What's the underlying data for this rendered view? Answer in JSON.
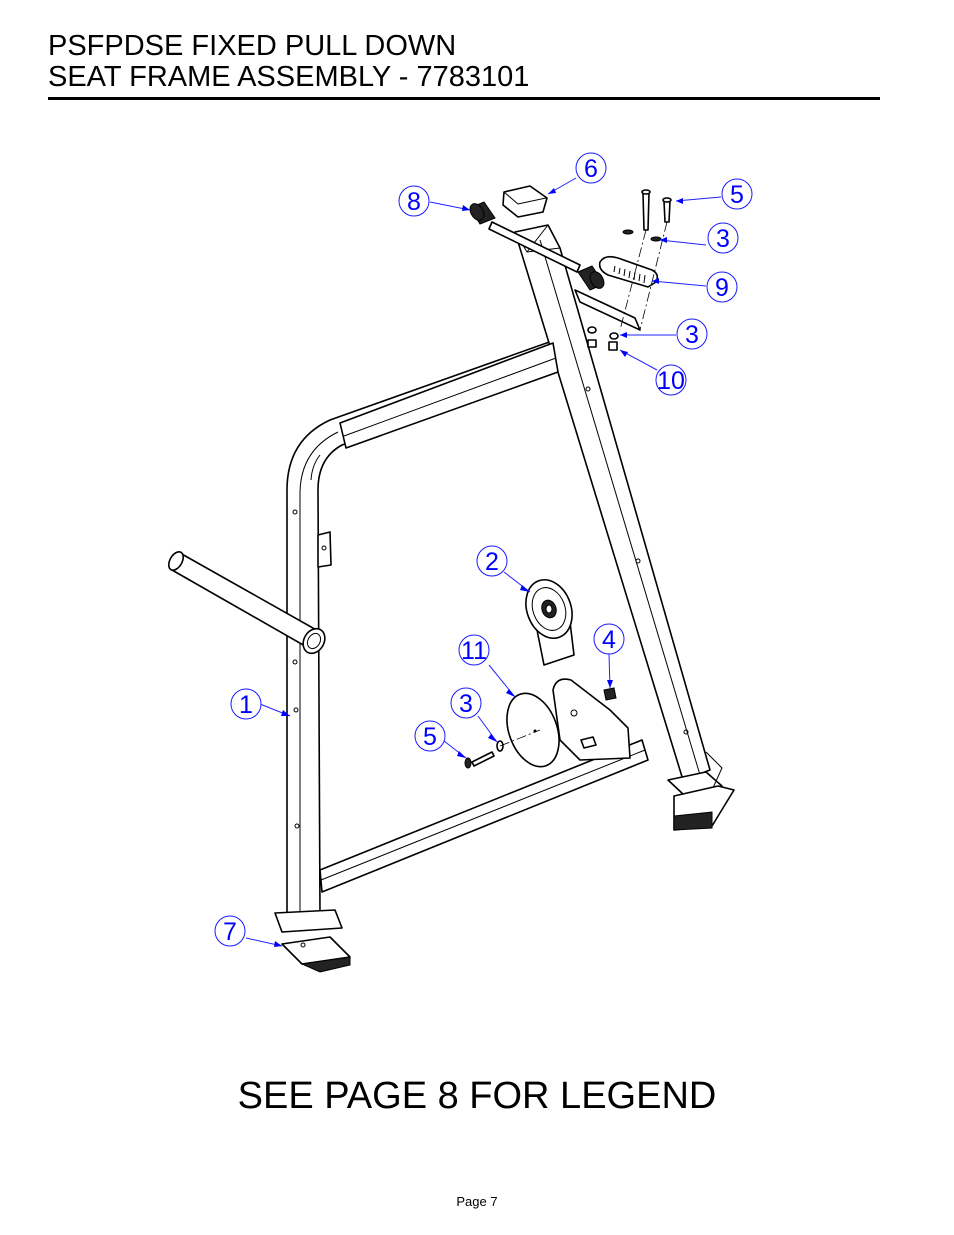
{
  "header": {
    "line1": "PSFPDSE FIXED PULL DOWN",
    "line2": "SEAT FRAME ASSEMBLY - 7783101"
  },
  "diagram": {
    "callouts": [
      "1",
      "2",
      "3",
      "3",
      "3",
      "4",
      "5",
      "5",
      "6",
      "7",
      "8",
      "9",
      "10",
      "11"
    ]
  },
  "footer": {
    "note": "SEE PAGE 8 FOR LEGEND",
    "page": "Page 7"
  }
}
